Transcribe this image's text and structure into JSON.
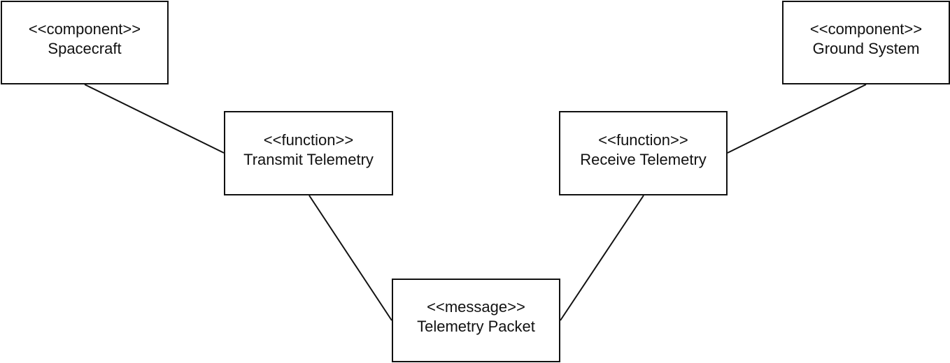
{
  "diagram": {
    "nodes": {
      "spacecraft": {
        "stereotype": "<<component>>",
        "name": "Spacecraft"
      },
      "ground_system": {
        "stereotype": "<<component>>",
        "name": "Ground System"
      },
      "transmit_telemetry": {
        "stereotype": "<<function>>",
        "name": "Transmit Telemetry"
      },
      "receive_telemetry": {
        "stereotype": "<<function>>",
        "name": "Receive Telemetry"
      },
      "telemetry_packet": {
        "stereotype": "<<message>>",
        "name": "Telemetry Packet"
      }
    },
    "connections": [
      {
        "from": "spacecraft",
        "to": "transmit_telemetry"
      },
      {
        "from": "transmit_telemetry",
        "to": "telemetry_packet"
      },
      {
        "from": "telemetry_packet",
        "to": "receive_telemetry"
      },
      {
        "from": "receive_telemetry",
        "to": "ground_system"
      }
    ],
    "colors": {
      "stroke": "#111111",
      "background": "#ffffff"
    }
  }
}
